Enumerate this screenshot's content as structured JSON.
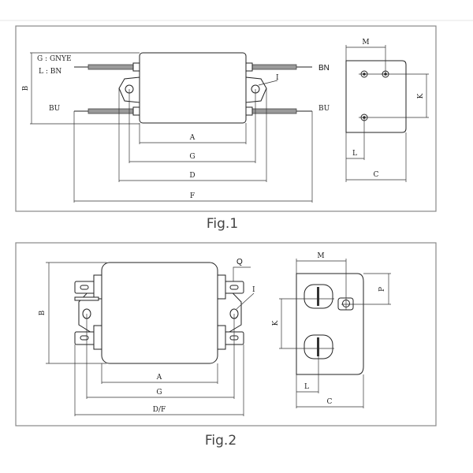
{
  "figure1": {
    "caption": "Fig.1",
    "legend_g": "G : GNYE",
    "legend_l": "L : BN",
    "wire_labels": {
      "top_right": "BN",
      "bottom_left": "BU",
      "bottom_right": "BU"
    },
    "dimensions": {
      "A": "A",
      "G": "G",
      "D": "D",
      "F": "F",
      "B": "B",
      "I": "I",
      "M": "M",
      "K": "K",
      "L": "L",
      "C": "C"
    }
  },
  "figure2": {
    "caption": "Fig.2",
    "dimensions": {
      "A": "A",
      "G": "G",
      "DF": "D/F",
      "B": "B",
      "Q": "Q",
      "I": "I",
      "M": "M",
      "P": "P",
      "K": "K",
      "L": "L",
      "C": "C"
    }
  }
}
